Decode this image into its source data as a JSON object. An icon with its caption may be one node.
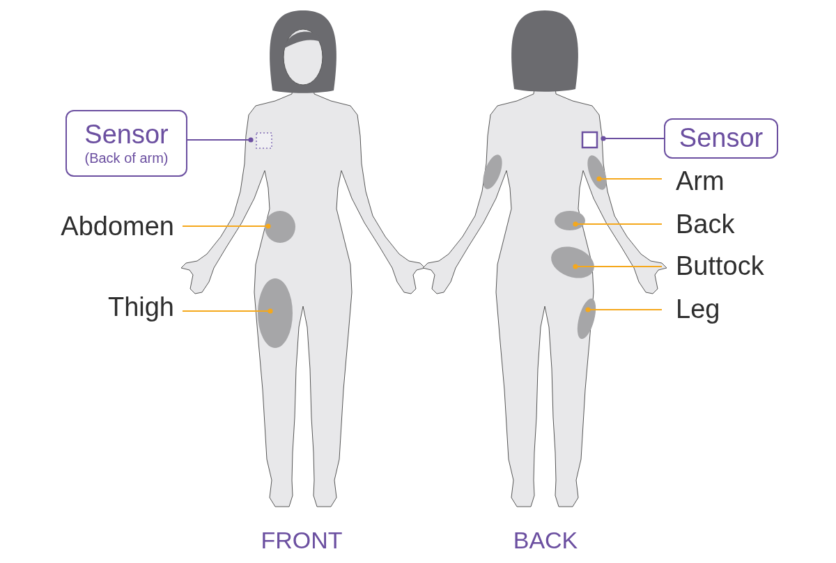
{
  "diagram": {
    "nodes": [
      {
        "text": [
          "Sensor",
          "(Back of arm)"
        ]
      },
      {
        "text": [],
        "shape": "box"
      },
      {
        "text": [
          "Abdomen"
        ]
      },
      {
        "text": [],
        "shape": "blob"
      },
      {
        "text": [
          "Thigh"
        ]
      },
      {
        "text": [],
        "shape": "blob"
      },
      {
        "text": [
          "Sensor"
        ]
      },
      {
        "text": [],
        "shape": "box"
      },
      {
        "text": [
          "Arm"
        ]
      },
      {
        "text": [],
        "shape": "blob"
      },
      {
        "text": [
          "Back"
        ]
      },
      {
        "text": [],
        "shape": "blob"
      },
      {
        "text": [
          "Buttock"
        ]
      },
      {
        "text": [],
        "shape": "blob"
      },
      {
        "text": [
          "Leg"
        ]
      },
      {
        "text": [],
        "shape": "blob"
      }
    ],
    "edges": [
      {
        "from": 0,
        "to": 1,
        "arrow": "other",
        "color": "#6b4fa0"
      },
      {
        "from": 2,
        "to": 3,
        "arrow": "other"
      },
      {
        "from": 4,
        "to": 5,
        "arrow": "other"
      },
      {
        "from": 6,
        "to": 7,
        "arrow": "other",
        "color": "#6b4fa0"
      },
      {
        "from": 8,
        "to": 9,
        "arrow": "other"
      },
      {
        "from": 10,
        "to": 11,
        "arrow": "other"
      },
      {
        "from": 12,
        "to": 13,
        "arrow": "other"
      },
      {
        "from": 14,
        "to": 15,
        "arrow": "other"
      }
    ],
    "labels": [
      "FRONT",
      "BACK"
    ]
  }
}
